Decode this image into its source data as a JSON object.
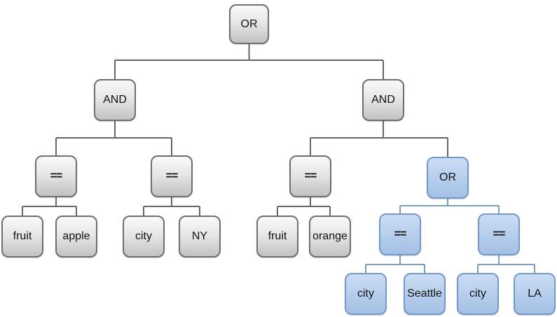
{
  "diagram": {
    "kind": "expression-tree",
    "colors": {
      "background": "#ffffff",
      "gray_node_top": "#f9f9f9",
      "gray_node_bottom": "#c2c2c2",
      "gray_node_border": "#6f6f6f",
      "blue_node_top": "#cbddf4",
      "blue_node_bottom": "#a4c0e6",
      "blue_node_border": "#7698c8",
      "gray_edge": "#666666",
      "blue_edge": "#7b9dc9",
      "text": "#111111"
    }
  },
  "nodes": {
    "root": {
      "label": "OR",
      "group": "gray"
    },
    "and_left": {
      "label": "AND",
      "group": "gray"
    },
    "and_right": {
      "label": "AND",
      "group": "gray"
    },
    "eq_fruit_apple": {
      "label": "==",
      "group": "gray"
    },
    "eq_city_ny": {
      "label": "==",
      "group": "gray"
    },
    "eq_fruit_orange": {
      "label": "==",
      "group": "gray"
    },
    "or_city": {
      "label": "OR",
      "group": "blue"
    },
    "leaf_fruit_1": {
      "label": "fruit",
      "group": "gray"
    },
    "leaf_apple": {
      "label": "apple",
      "group": "gray"
    },
    "leaf_city_1": {
      "label": "city",
      "group": "gray"
    },
    "leaf_ny": {
      "label": "NY",
      "group": "gray"
    },
    "leaf_fruit_2": {
      "label": "fruit",
      "group": "gray"
    },
    "leaf_orange": {
      "label": "orange",
      "group": "gray"
    },
    "eq_city_seattle": {
      "label": "==",
      "group": "blue"
    },
    "eq_city_la": {
      "label": "==",
      "group": "blue"
    },
    "leaf_city_2": {
      "label": "city",
      "group": "blue"
    },
    "leaf_seattle": {
      "label": "Seattle",
      "group": "blue"
    },
    "leaf_city_3": {
      "label": "city",
      "group": "blue"
    },
    "leaf_la": {
      "label": "LA",
      "group": "blue"
    }
  },
  "edges": [
    {
      "parent": "root",
      "children": [
        "and_left",
        "and_right"
      ]
    },
    {
      "parent": "and_left",
      "children": [
        "eq_fruit_apple",
        "eq_city_ny"
      ]
    },
    {
      "parent": "and_right",
      "children": [
        "eq_fruit_orange",
        "or_city"
      ]
    },
    {
      "parent": "eq_fruit_apple",
      "children": [
        "leaf_fruit_1",
        "leaf_apple"
      ]
    },
    {
      "parent": "eq_city_ny",
      "children": [
        "leaf_city_1",
        "leaf_ny"
      ]
    },
    {
      "parent": "eq_fruit_orange",
      "children": [
        "leaf_fruit_2",
        "leaf_orange"
      ]
    },
    {
      "parent": "or_city",
      "children": [
        "eq_city_seattle",
        "eq_city_la"
      ]
    },
    {
      "parent": "eq_city_seattle",
      "children": [
        "leaf_city_2",
        "leaf_seattle"
      ]
    },
    {
      "parent": "eq_city_la",
      "children": [
        "leaf_city_3",
        "leaf_la"
      ]
    }
  ]
}
